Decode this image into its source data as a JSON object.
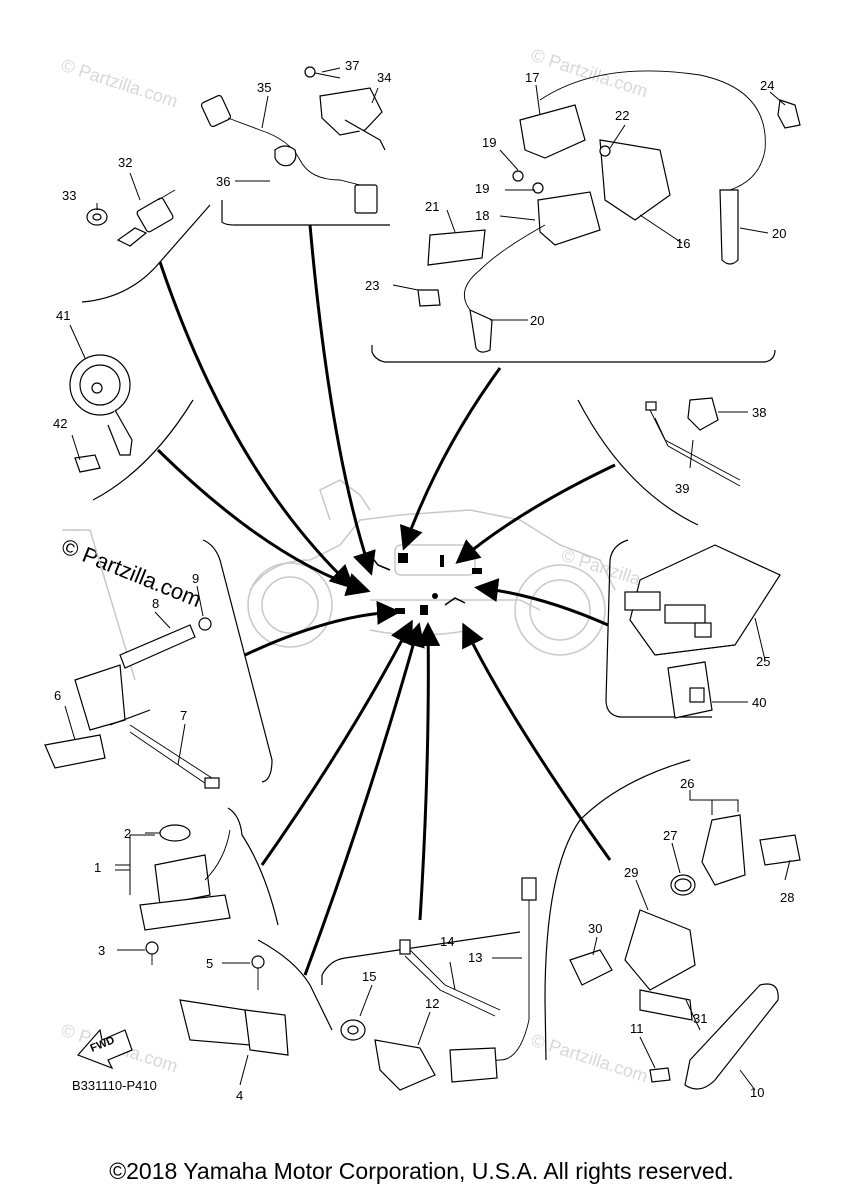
{
  "diagram": {
    "code": "B331110-P410",
    "fwd_label": "FWD",
    "watermark_text": "© Partzilla.com",
    "watermark_prominent": "© Partzilla.com",
    "part_numbers": [
      "1",
      "2",
      "3",
      "4",
      "5",
      "6",
      "7",
      "8",
      "9",
      "10",
      "11",
      "12",
      "13",
      "14",
      "15",
      "16",
      "17",
      "18",
      "19",
      "19",
      "20",
      "20",
      "21",
      "22",
      "23",
      "24",
      "25",
      "26",
      "27",
      "28",
      "29",
      "30",
      "31",
      "32",
      "33",
      "34",
      "35",
      "36",
      "37",
      "38",
      "39",
      "40",
      "41",
      "42"
    ]
  },
  "footer": {
    "copyright": "©2018 Yamaha Motor Corporation, U.S.A. All rights reserved."
  },
  "colors": {
    "line": "#000000",
    "watermark": "#d8d8d8",
    "ghost_bike": "#c8c8c8"
  }
}
